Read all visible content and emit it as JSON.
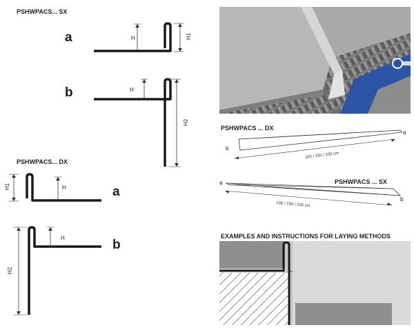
{
  "colors": {
    "profile": "#1a1a1a",
    "dim_line": "#333333",
    "tile": "#b7b7b7",
    "tile_dark": "#8d8d8d",
    "membrane": "#2c54a6",
    "photo_bg": "#6e6e6e",
    "diag_gray": "#c4c4c4",
    "diag_light": "#dadada",
    "diag_dark": "#8f8f8f"
  },
  "left": {
    "sx": {
      "title": "PSHWPACS... SX",
      "a": {
        "letter": "a",
        "dim_h": "H",
        "dim_h1": "H1"
      },
      "b": {
        "letter": "b",
        "dim_h": "H",
        "dim_h2": "H2"
      }
    },
    "dx": {
      "title": "PSHWPACS... DX",
      "a": {
        "letter": "a",
        "dim_h": "H",
        "dim_h1": "H1"
      },
      "b": {
        "letter": "b",
        "dim_h": "H",
        "dim_h2": "H2"
      }
    }
  },
  "right": {
    "photo": {
      "icons": [
        "tile-photo",
        "profile-strip",
        "blue-membrane",
        "brand-logo-icon"
      ]
    },
    "dx_strip": {
      "title": "PSHWPACS ... DX",
      "label_a": "a",
      "label_b": "b",
      "length": "100 / 150 / 200 cm"
    },
    "sx_strip": {
      "title": "PSHWPACS ... SX",
      "label_a": "a",
      "label_b": "b",
      "length": "100 / 150 / 200 cm"
    },
    "examples": {
      "title": "EXAMPLES AND INSTRUCTIONS FOR LAYING METHODS"
    }
  }
}
